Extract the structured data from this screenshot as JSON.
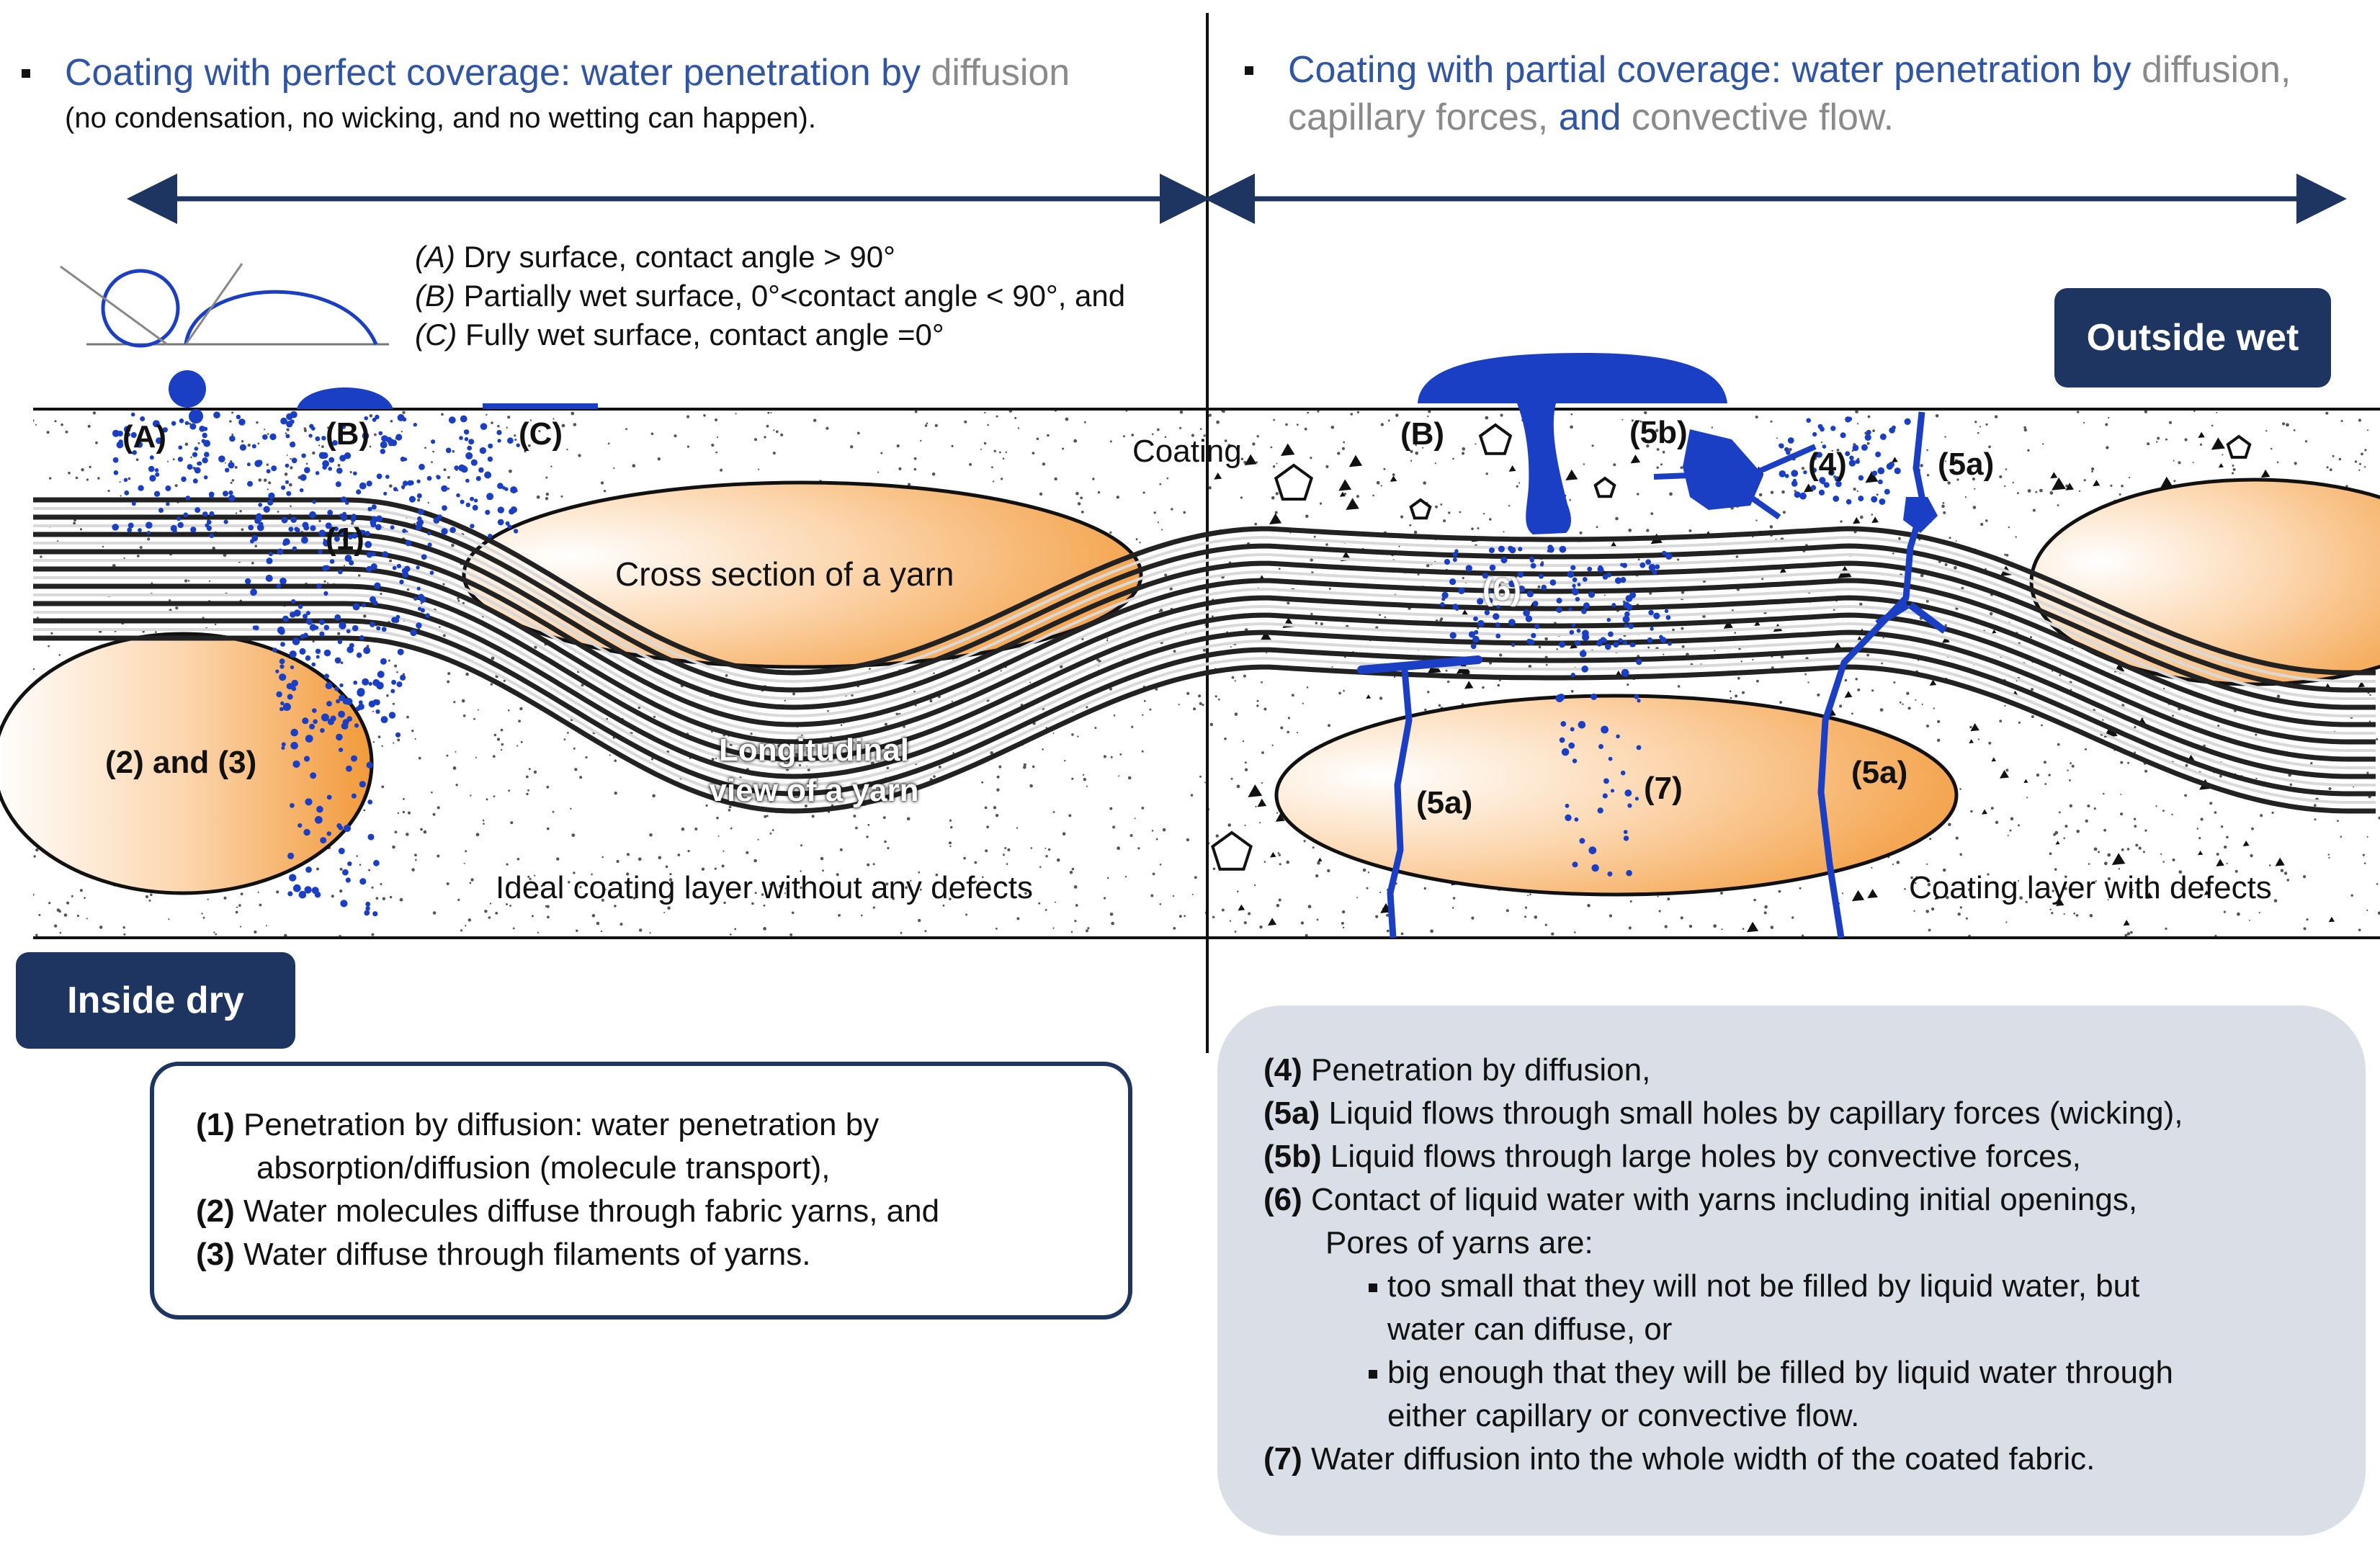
{
  "left_header": {
    "title_blue": "Coating with perfect coverage: water penetration by",
    "title_gray": "diffusion",
    "subtitle": "(no condensation, no wicking, and no wetting can happen)."
  },
  "right_header": {
    "title_blue": "Coating with partial coverage: water penetration by",
    "title_gray_1": "diffusion,",
    "title_gray_2": "capillary forces,",
    "title_blue_2": "and",
    "title_gray_3": "convective flow."
  },
  "contact_angle_legend": [
    {
      "letter": "(A)",
      "text": " Dry surface, contact angle > 90°"
    },
    {
      "letter": "(B)",
      "text": " Partially wet surface, 0°<contact angle < 90°, and"
    },
    {
      "letter": "(C)",
      "text": " Fully wet surface, contact angle =0°"
    }
  ],
  "labels": {
    "outside_wet": "Outside wet",
    "inside_dry": "Inside dry",
    "coating": "Coating",
    "cross_section": "Cross section of a yarn",
    "longitudinal_1": "Longitudinal",
    "longitudinal_2": "view of a yarn",
    "ideal_layer": "Ideal coating layer without any defects",
    "defect_layer": "Coating layer with defects",
    "two_and_three": "(2) and (3)",
    "A": "(A)",
    "B_left": "(B)",
    "C": "(C)",
    "one": "(1)",
    "B_right": "(B)",
    "five_b": "(5b)",
    "four": "(4)",
    "five_a_top": "(5a)",
    "six": "(6)",
    "five_a_left": "(5a)",
    "seven": "(7)",
    "five_a_right": "(5a)"
  },
  "left_box": [
    {
      "num": "(1)",
      "text": " Penetration by diffusion: water penetration by"
    },
    {
      "num": "",
      "text": "absorption/diffusion (molecule transport),"
    },
    {
      "num": "(2)",
      "text": " Water molecules diffuse through fabric yarns, and"
    },
    {
      "num": "(3)",
      "text": " Water diffuse through filaments of yarns."
    }
  ],
  "right_box": [
    {
      "num": "(4)",
      "text": " Penetration by diffusion,"
    },
    {
      "num": "(5a)",
      "text": " Liquid flows through small holes by capillary forces (wicking),"
    },
    {
      "num": "(5b)",
      "text": " Liquid flows through large holes by convective forces,"
    },
    {
      "num": "(6)",
      "text": " Contact of liquid water with yarns including initial openings,"
    },
    {
      "num": "",
      "text": "Pores of yarns are:"
    },
    {
      "num": "",
      "text": "too small that they will not be filled by liquid water, but"
    },
    {
      "num": "",
      "text": "water can diffuse, or"
    },
    {
      "num": "",
      "text": "big enough that they will be filled by liquid water through"
    },
    {
      "num": "",
      "text": "either capillary or convective flow."
    },
    {
      "num": "(7)",
      "text": " Water diffusion into the whole width of the coated fabric."
    }
  ],
  "colors": {
    "navy": "#1d3560",
    "water_blue": "#1a3fc4",
    "title_blue": "#2f55a4",
    "yarn_orange": "#f29a3a",
    "box_gray": "#d9dee7"
  }
}
